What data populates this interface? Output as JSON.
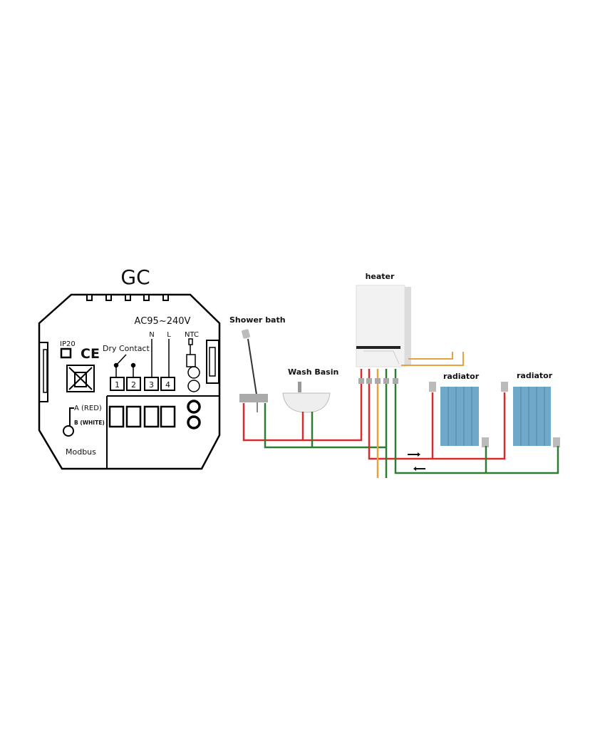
{
  "thermostat": {
    "model": "GC",
    "voltage": "AC95~240V",
    "n_label": "N",
    "l_label": "L",
    "ntc_label": "NTC",
    "ip_rating": "IP20",
    "ce_mark": "CE",
    "dry_contact": "Dry Contact",
    "terminals": [
      "1",
      "2",
      "3",
      "4"
    ],
    "a_label": "A (RED)",
    "b_label": "B (WHITE)",
    "modbus": "Modbus"
  },
  "system": {
    "heater": "heater",
    "shower": "Shower bath",
    "basin": "Wash Basin",
    "radiator_1": "radiator",
    "radiator_2": "radiator"
  },
  "colors": {
    "hot": "#d92b2b",
    "cold": "#2e7d32",
    "gas": "#e8a33c",
    "radiator": "#6fa9c9"
  }
}
